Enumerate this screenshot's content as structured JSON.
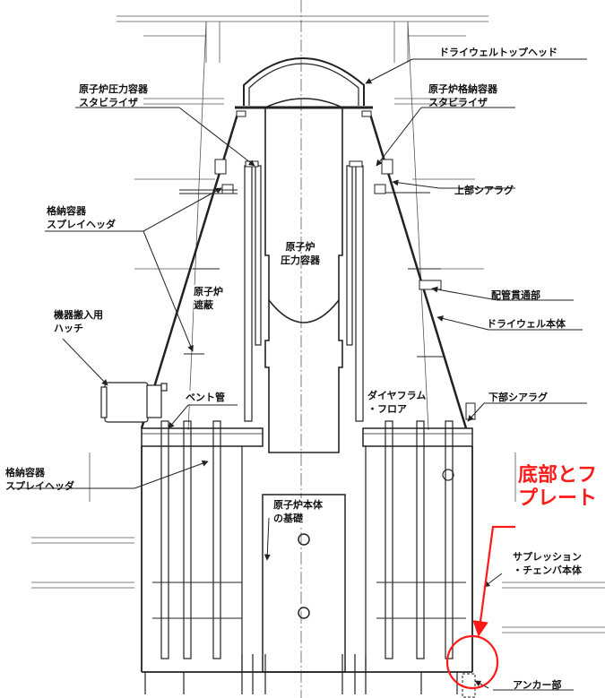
{
  "labels": {
    "drywell_top_head": "ドライウェルトップヘッド",
    "rpv_stabilizer": [
      "原子炉圧力容器",
      "スタビライザ"
    ],
    "pcv_stabilizer": [
      "原子炉格納容器",
      "スタビライザ"
    ],
    "upper_shear_lug": "上部シアラグ",
    "spray_header_upper": [
      "格納容器",
      "スプレイヘッダ"
    ],
    "rpv": [
      "原子炉",
      "圧力容器"
    ],
    "reactor_shield": [
      "原子炉",
      "遮蔽"
    ],
    "pipe_penetration": "配管貫通部",
    "drywell_body": "ドライウェル本体",
    "equipment_hatch": [
      "機器搬入用",
      "ハッチ"
    ],
    "vent_pipe": "ベント管",
    "diaphragm_floor": [
      "ダイヤフラム",
      "・フロア"
    ],
    "lower_shear_lug": "下部シアラグ",
    "spray_header_lower": [
      "格納容器",
      "スプレイヘッダ"
    ],
    "reactor_foundation": [
      "原子炉本体",
      "の基礎"
    ],
    "suppression_chamber": [
      "サプレッション",
      "・チェンバ本体"
    ],
    "anchor": "アンカー部"
  },
  "callout": {
    "line1": "底部とフ",
    "line2": "プレート"
  },
  "colors": {
    "line": "#222222",
    "callout": "#ff1a1a"
  }
}
